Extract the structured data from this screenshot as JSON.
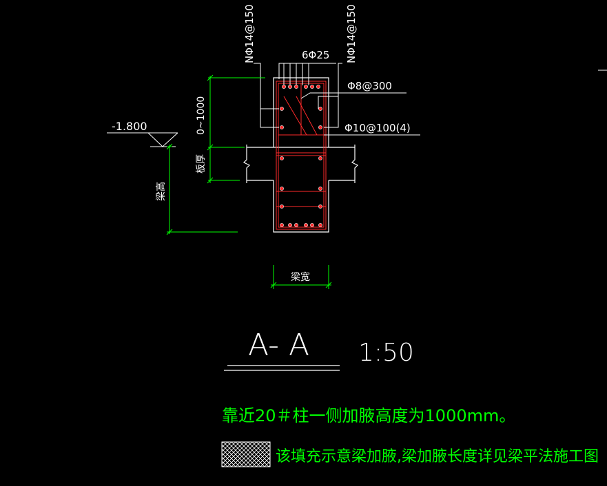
{
  "section": {
    "title": "A- A",
    "scale": "1:50"
  },
  "rebar_labels": {
    "left_vertical": "NΦ14@150",
    "right_vertical": "NΦ14@150",
    "top_bars": "6Φ25",
    "stirrup_upper": "Φ8@300",
    "stirrup_lower": "Φ10@100(4)"
  },
  "dimensions": {
    "elevation": "-1.800",
    "haunch_height_range": "0~1000",
    "slab_thickness": "板厚",
    "beam_height": "梁高",
    "beam_width": "梁宽"
  },
  "notes": {
    "note1": "靠近20＃柱一侧加腋高度为1000mm。",
    "note2": "该填充示意梁加腋,梁加腋长度详见梁平法施工图"
  },
  "colors": {
    "background": "#000000",
    "outline": "#ffffff",
    "rebar": "#ff2a2a",
    "dimension": "#00ff00"
  }
}
